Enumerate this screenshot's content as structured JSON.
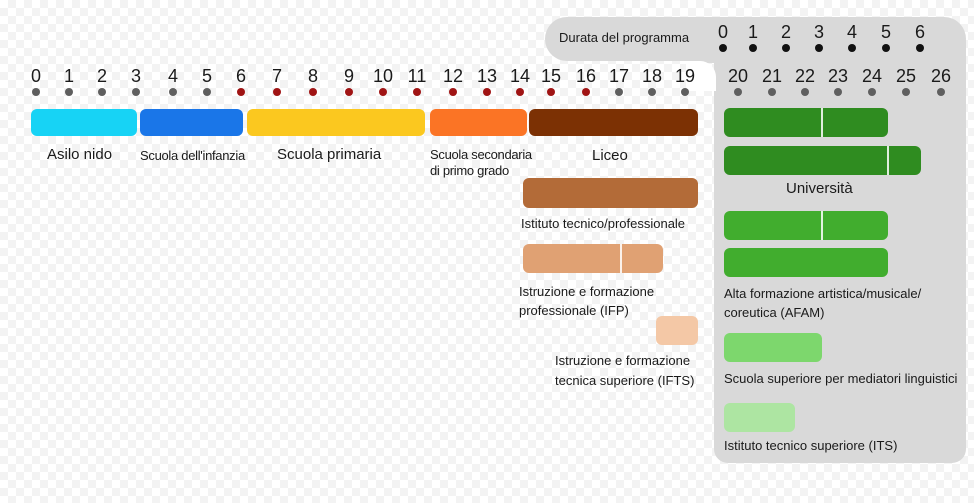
{
  "duration_label": "Durata del programma",
  "duration_ticks": [
    "0",
    "1",
    "2",
    "3",
    "4",
    "5",
    "6"
  ],
  "age_ticks": [
    "0",
    "1",
    "2",
    "3",
    "4",
    "5",
    "6",
    "7",
    "8",
    "9",
    "10",
    "11",
    "12",
    "13",
    "14",
    "15",
    "16",
    "17",
    "18",
    "19",
    "20",
    "21",
    "22",
    "23",
    "24",
    "25",
    "26"
  ],
  "colors": {
    "dot_normal": "#5f5f5f",
    "dot_compulsory": "#a01414",
    "dot_duration": "#111111",
    "panel": "#d9d9d9",
    "asilo": "#17d3f5",
    "infanzia": "#1a76e8",
    "primaria": "#fbc81f",
    "secondaria_primo": "#fb7425",
    "liceo": "#7c3104",
    "tecnico": "#b36b38",
    "ifp": "#e0a173",
    "ifts": "#f4c8a6",
    "universita": "#2f8c20",
    "afam": "#41ad2e",
    "mediatori": "#7dd76d",
    "its": "#ade5a2"
  },
  "labels": {
    "asilo": "Asilo nido",
    "infanzia": "Scuola dell'infanzia",
    "primaria": "Scuola primaria",
    "secondaria_primo_l1": "Scuola secondaria",
    "secondaria_primo_l2": "di primo grado",
    "liceo": "Liceo",
    "tecnico": "Istituto tecnico/professionale",
    "ifp_l1": "Istruzione e formazione",
    "ifp_l2": "professionale (IFP)",
    "ifts_l1": "Istruzione e formazione",
    "ifts_l2": "tecnica superiore (IFTS)",
    "universita": "Università",
    "afam_l1": "Alta formazione artistica/musicale/",
    "afam_l2": "coreutica (AFAM)",
    "mediatori": "Scuola superiore per mediatori linguistici",
    "its": "Istituto tecnico superiore (ITS)"
  }
}
